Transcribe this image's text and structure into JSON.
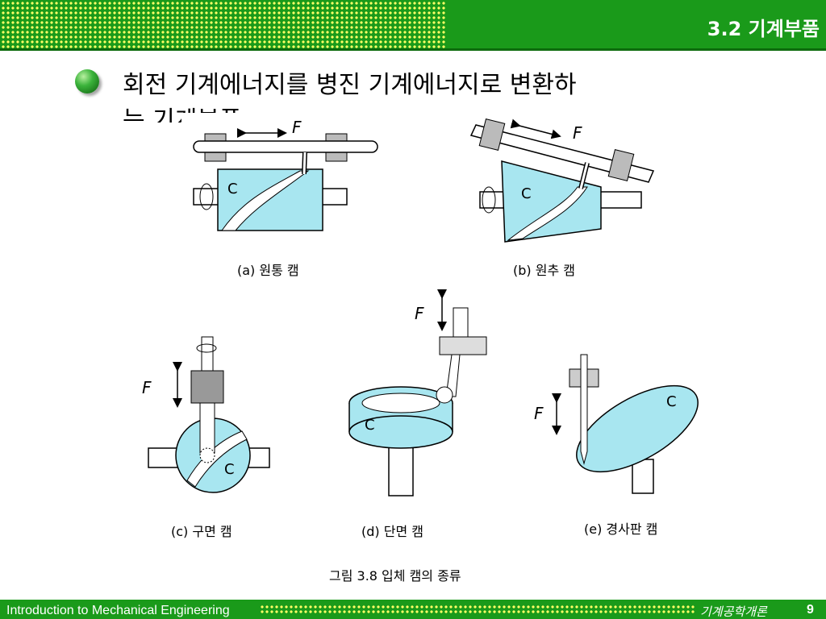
{
  "header": {
    "section_title": "3.2 기계부품"
  },
  "content": {
    "bullet_text": "회전 기계에너지를 병진 기계에너지로 변환하",
    "bullet_text_line2": "는 기계부품"
  },
  "figure": {
    "force_label": "F",
    "cam_label": "C",
    "captions": {
      "a": "(a) 원통 캠",
      "b": "(b) 원추 캠",
      "c": "(c) 구면 캠",
      "d": "(d) 단면 캠",
      "e": "(e) 경사판 캠"
    },
    "figure_caption": "그림 3.8 입체 캠의 종류"
  },
  "footer": {
    "course_title": "Introduction to Mechanical Engineering",
    "course_title_kr": "기계공학개론",
    "page_number": "9"
  },
  "colors": {
    "brand_green": "#1a9a1a",
    "dot_yellow": "#ffff66",
    "cam_cyan": "#a8e6f0"
  }
}
